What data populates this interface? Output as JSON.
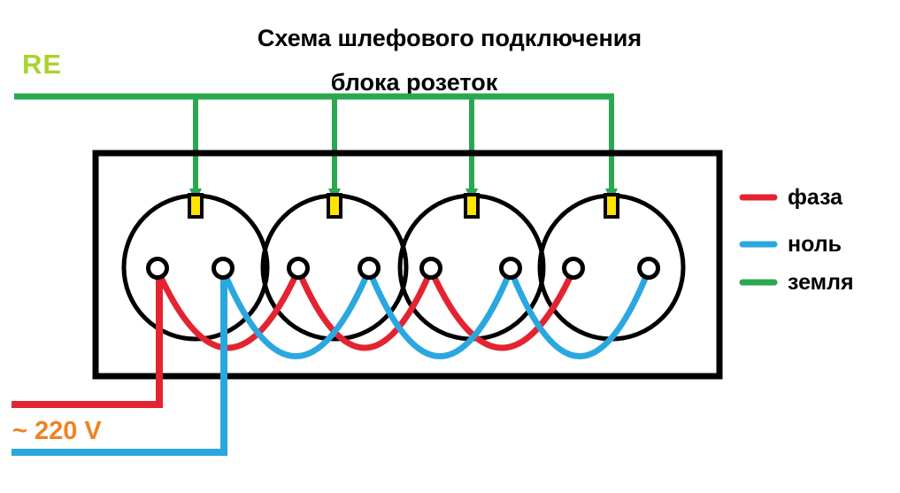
{
  "title": {
    "line1": "Схема шлефового подключения",
    "line2": "блока розеток"
  },
  "ground_label": "RE",
  "voltage_label": "~ 220 V",
  "legend": {
    "items": [
      {
        "label": "фаза",
        "color": "#e32430"
      },
      {
        "label": "ноль",
        "color": "#2ba7e0"
      },
      {
        "label": "земля",
        "color": "#2aa750"
      }
    ]
  },
  "colors": {
    "phase": "#e32430",
    "neutral": "#2ba7e0",
    "ground": "#2aa750",
    "contact_fill": "#ffe400",
    "outline": "#000000",
    "re_label": "#a9d42c",
    "voltage_label": "#ef8222"
  },
  "sockets": {
    "count": 4
  }
}
